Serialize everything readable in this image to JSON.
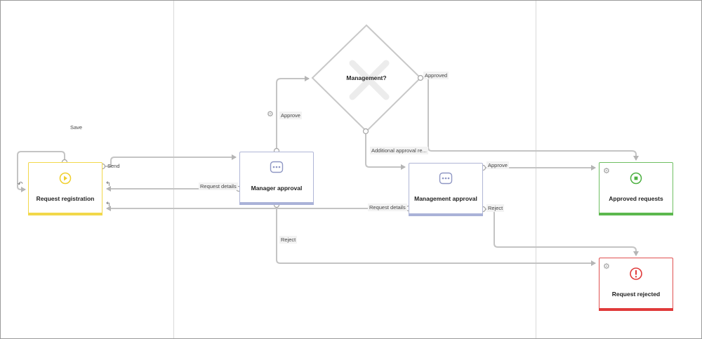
{
  "nodes": {
    "request_registration": "Request registration",
    "manager_approval": "Manager approval",
    "management_decision": "Management?",
    "management_approval": "Management approval",
    "approved_requests": "Approved requests",
    "request_rejected": "Request rejected"
  },
  "edges": {
    "save": "Save",
    "send": "Send",
    "request_details_1": "Request details",
    "request_details_2": "Request details",
    "approve_1": "Approve",
    "approve_2": "Approve",
    "approved": "Approved",
    "additional_approval": "Additional approval re...",
    "reject_1": "Reject",
    "reject_2": "Reject"
  },
  "colors": {
    "start": "#f2d84a",
    "task": "#aab2d8",
    "success": "#5cb84e",
    "error": "#e03a3a",
    "connector": "#c4c4c4"
  },
  "icons": {
    "start": "play-icon",
    "task": "ellipsis-icon",
    "success": "stop-icon",
    "error": "exclamation-icon",
    "settings": "gear-icon",
    "return": "return-arrow-icon"
  }
}
